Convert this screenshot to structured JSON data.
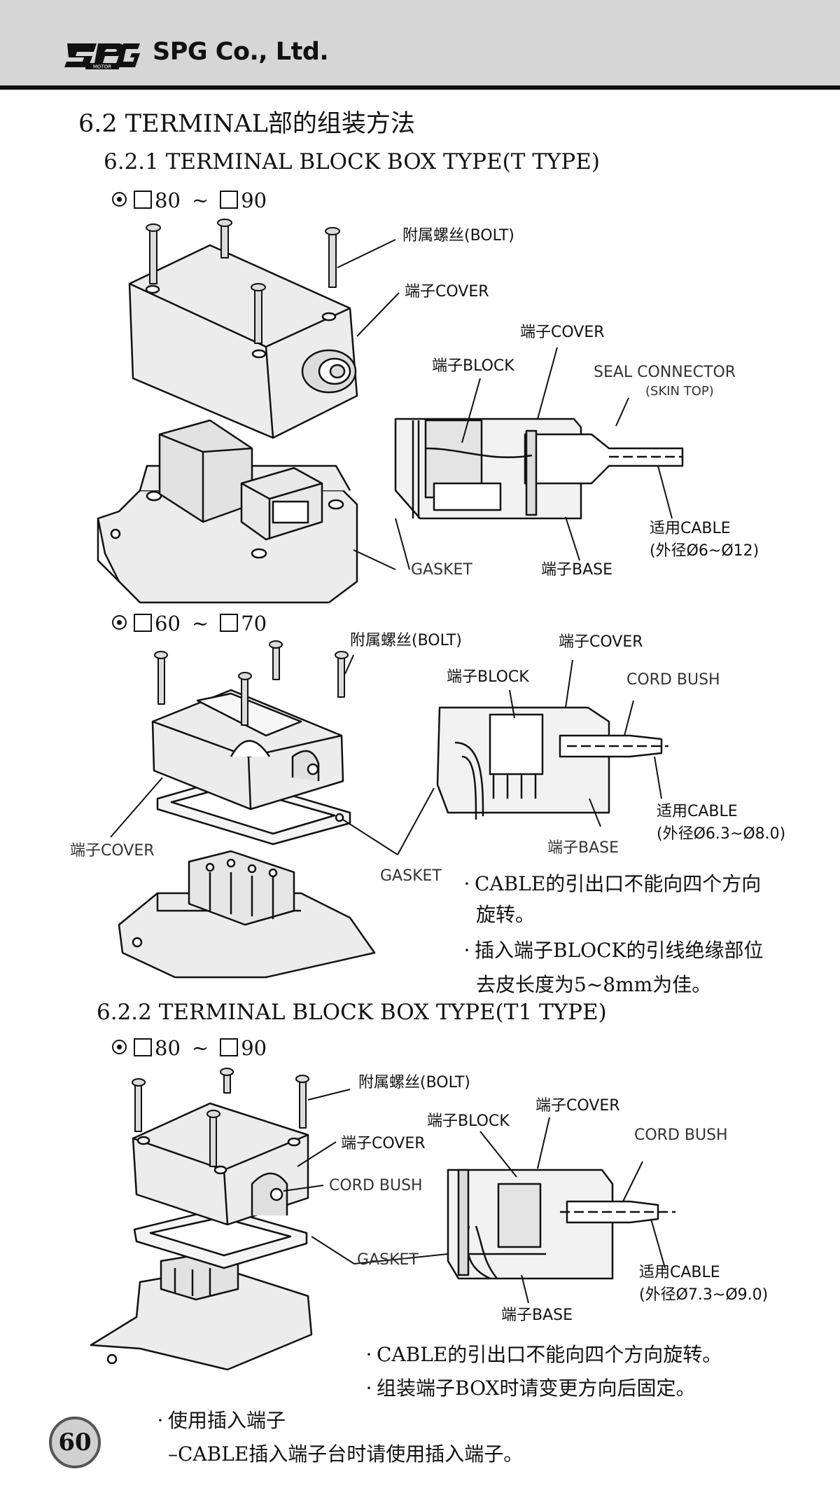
{
  "header": {
    "logo_text": "SPG",
    "logo_sub": "MOTOR",
    "company": "SPG Co., Ltd."
  },
  "section": {
    "title": "6.2 TERMINAL部的组装方法",
    "sub1": "6.2.1 TERMINAL BLOCK BOX TYPE(T TYPE)",
    "sub2": "6.2.2 TERMINAL BLOCK BOX TYPE(T1 TYPE)"
  },
  "sizes": {
    "a_from": "80",
    "a_to": "90",
    "b_from": "60",
    "b_to": "70",
    "c_from": "80",
    "c_to": "90",
    "tilde": "~"
  },
  "fig1": {
    "bolt": "附属螺丝(BOLT)",
    "cover": "端子COVER",
    "cover2": "端子COVER",
    "block": "端子BLOCK",
    "seal": "SEAL CONNECTOR",
    "skin": "(SKIN TOP)",
    "cable": "适用CABLE",
    "cable_dia": "(外径Ø6~Ø12)",
    "gasket": "GASKET",
    "base": "端子BASE"
  },
  "fig2": {
    "bolt": "附属螺丝(BOLT)",
    "cover_right": "端子COVER",
    "block": "端子BLOCK",
    "cord": "CORD BUSH",
    "cable": "适用CABLE",
    "cable_dia": "(外径Ø6.3~Ø8.0)",
    "base": "端子BASE",
    "cover_left": "端子COVER",
    "gasket": "GASKET"
  },
  "notes1": {
    "l1": "CABLE的引出口不能向四个方向",
    "l2": "旋转。",
    "l3": "插入端子BLOCK的引线绝缘部位",
    "l4": "去皮长度为5~8mm为佳。"
  },
  "fig3": {
    "bolt": "附属螺丝(BOLT)",
    "cover_right": "端子COVER",
    "block": "端子BLOCK",
    "cover_left": "端子COVER",
    "cord_left": "CORD BUSH",
    "cord_right": "CORD BUSH",
    "gasket": "GASKET",
    "cable": "适用CABLE",
    "cable_dia": "(外径Ø7.3~Ø9.0)",
    "base": "端子BASE"
  },
  "notes2": {
    "l1": "CABLE的引出口不能向四个方向旋转。",
    "l2": "组装端子BOX时请变更方向后固定。"
  },
  "notes3": {
    "l1": "使用插入端子",
    "l2": "–CABLE插入端子台时请使用插入端子。"
  },
  "page": {
    "number": "60"
  },
  "colors": {
    "header_bg": "#d6d6d6",
    "ink": "#111111",
    "part_fill": "#ececec"
  }
}
